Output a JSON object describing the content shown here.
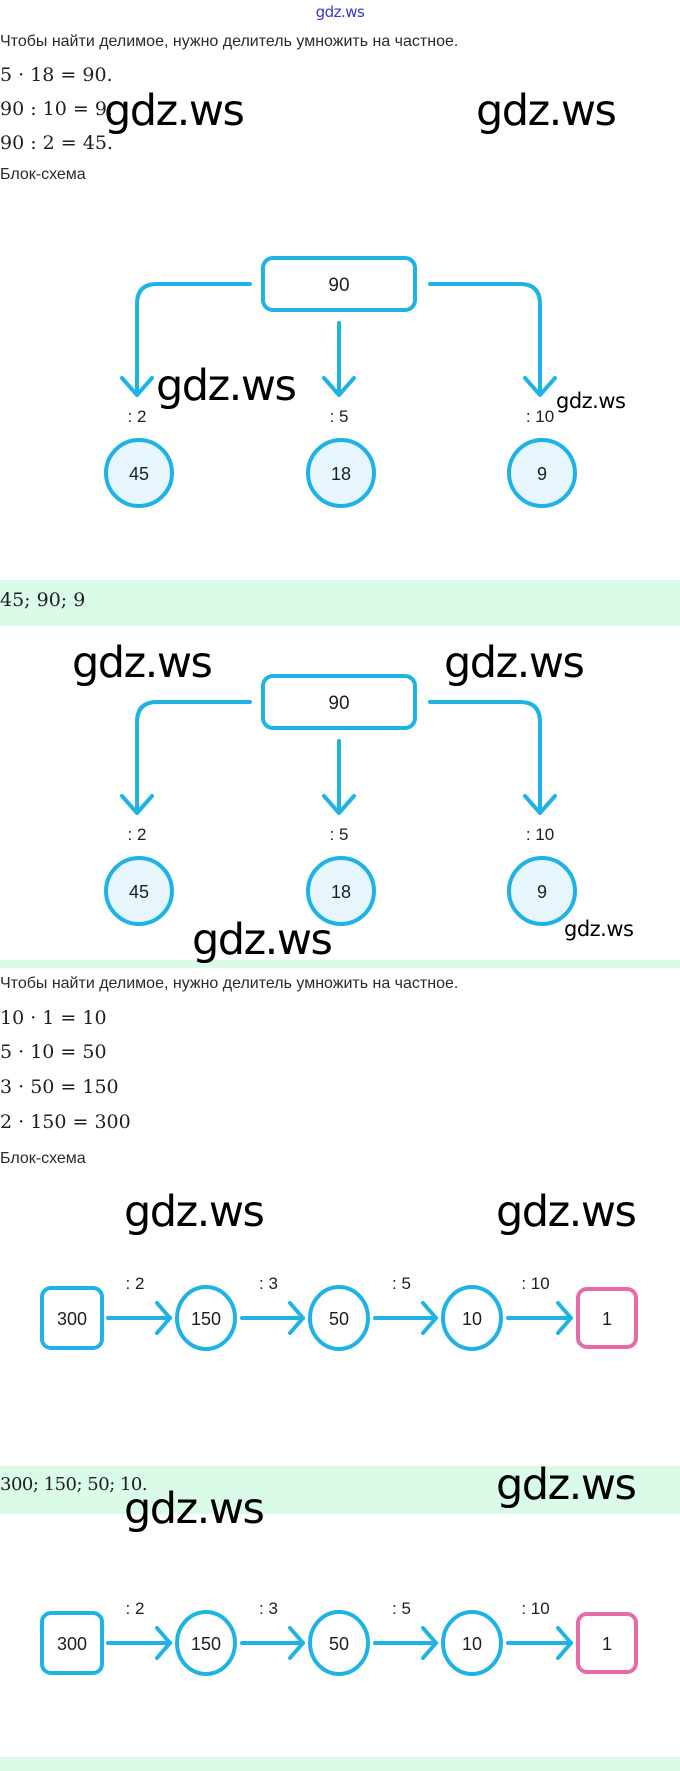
{
  "header": {
    "site_mark": "gdz.ws"
  },
  "section1": {
    "rule": "Чтобы найти делимое, нужно делитель умножить на частное.",
    "equations": [
      "5 · 18 = 90.",
      "90 : 10 = 9.",
      "90 : 2 = 45."
    ],
    "scheme_label": "Блок-схема",
    "diagram": {
      "root": "90",
      "branches": [
        {
          "op": ": 2",
          "result": "45"
        },
        {
          "op": ": 5",
          "result": "18"
        },
        {
          "op": ": 10",
          "result": "9"
        }
      ]
    },
    "answer": "45; 90; 9"
  },
  "section2": {
    "rule": "Чтобы найти делимое, нужно делитель умножить на частное.",
    "equations": [
      "10 · 1 = 10",
      "5 · 10 = 50",
      "3 · 50 = 150",
      "2 · 150 = 300"
    ],
    "scheme_label": "Блок-схема",
    "chain": {
      "nodes": [
        "300",
        "150",
        "50",
        "10",
        "1"
      ],
      "ops": [
        ": 2",
        ": 3",
        ": 5",
        ": 10"
      ]
    },
    "answer": "300; 150; 50; 10."
  },
  "watermarks": {
    "text": "gdz.ws"
  },
  "colors": {
    "diagram_blue": "#1fb3e5",
    "circle_fill": "#e7f6fd",
    "end_pink": "#e86aa8",
    "answer_band": "#dbfbe9",
    "site_mark": "#3a36c8"
  }
}
